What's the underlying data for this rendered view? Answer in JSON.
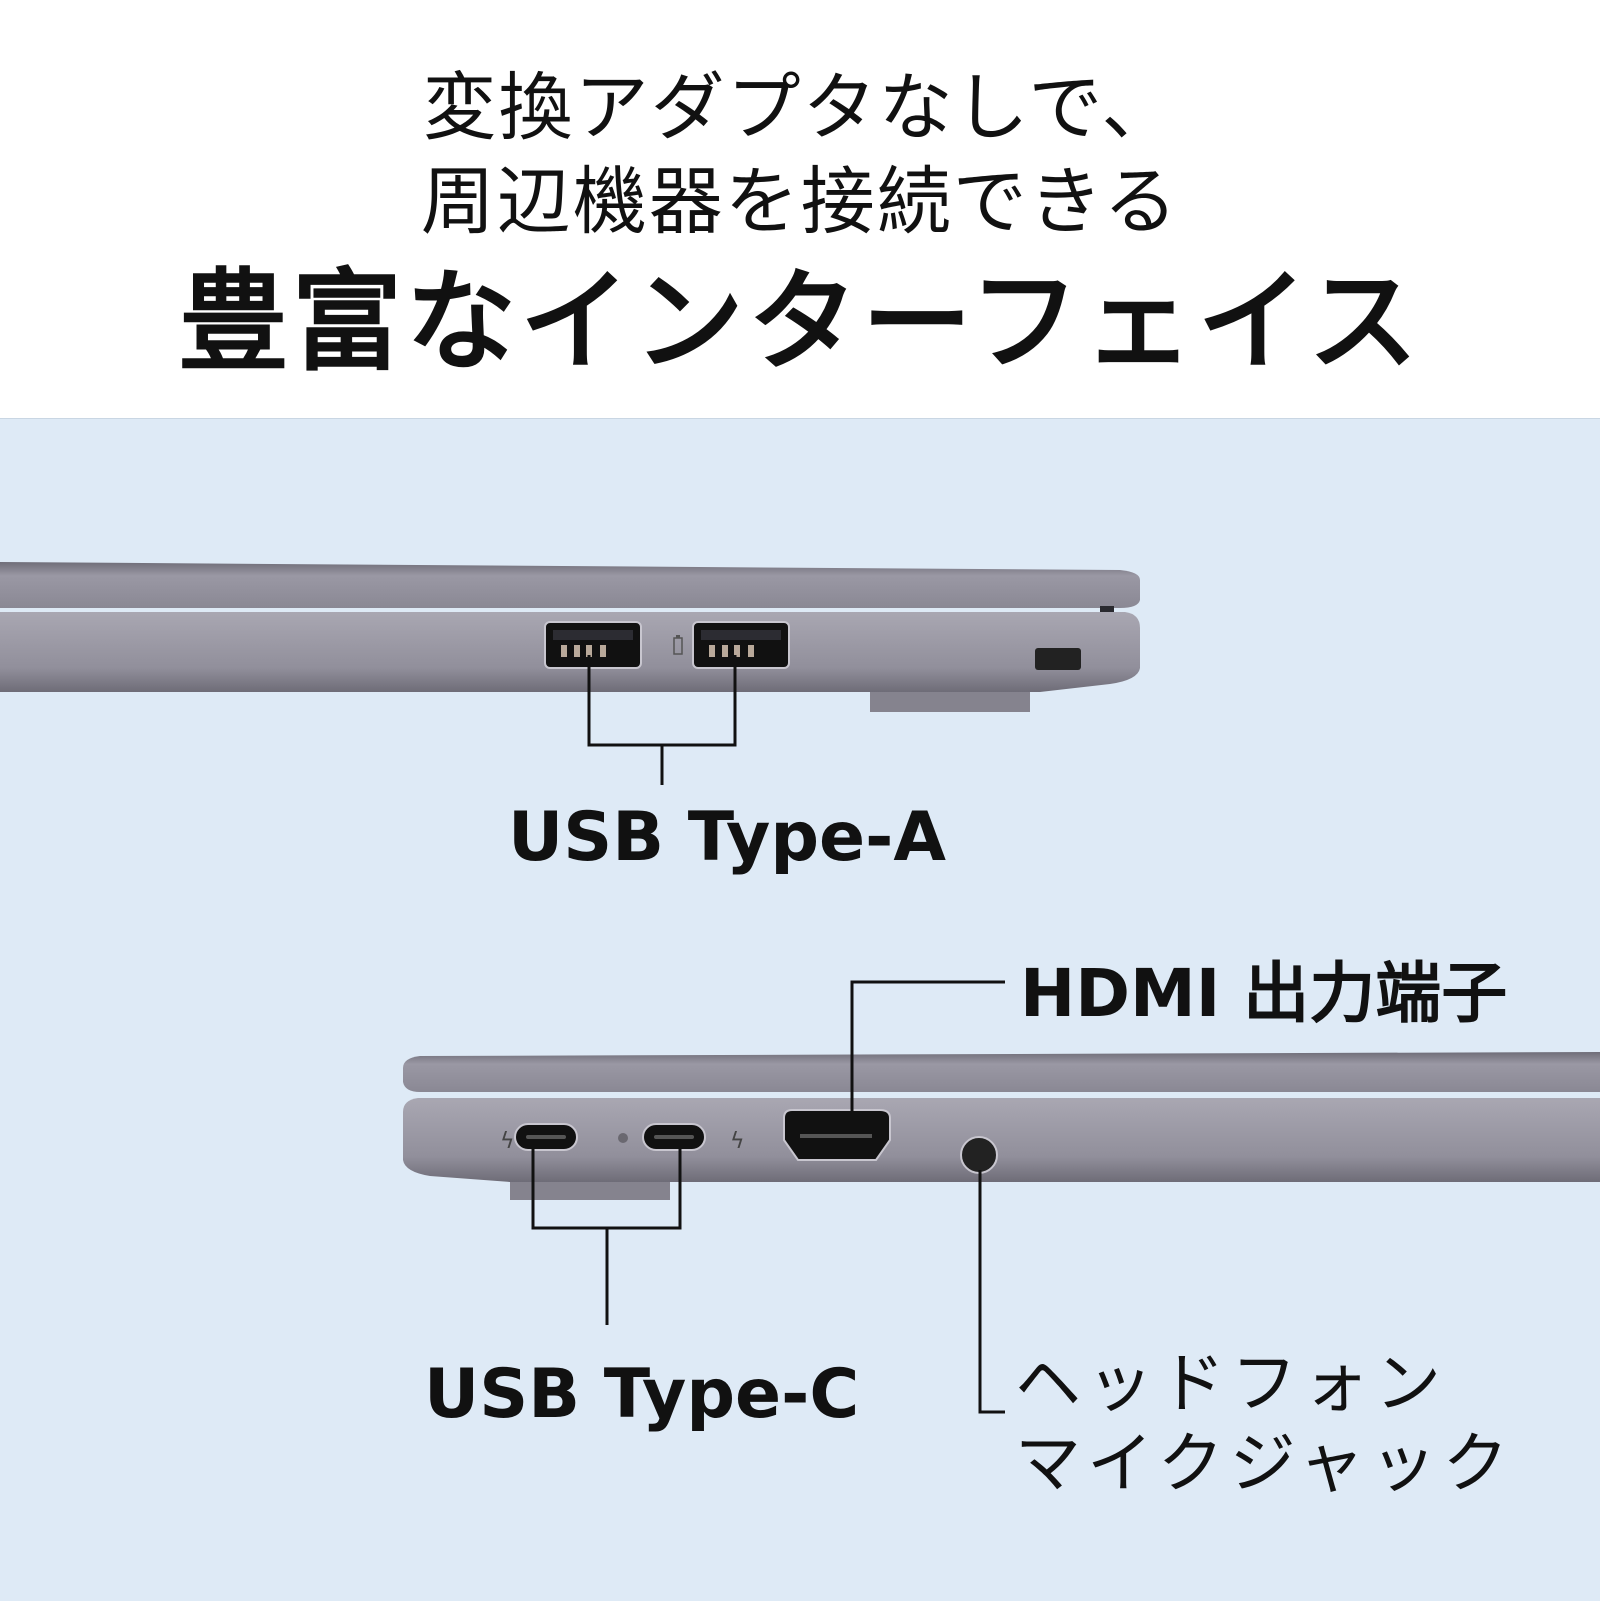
{
  "headline": {
    "line1": "変換アダプタなしで、",
    "line2": "周辺機器を接続できる",
    "line3": "豊富なインターフェイス"
  },
  "labels": {
    "usb_a": "USB Type-A",
    "usb_c": "USB Type-C",
    "hdmi": "HDMI 出力端子",
    "headphone_line1": "ヘッドフォン",
    "headphone_line2": "マイクジャック"
  },
  "colors": {
    "background_bottom": "#deeaf6",
    "laptop_body": "#8f8d99",
    "callout_line": "#111111"
  },
  "icons": [
    "battery-charge-icon",
    "thunderbolt-icon",
    "thunderbolt-icon",
    "status-led"
  ]
}
